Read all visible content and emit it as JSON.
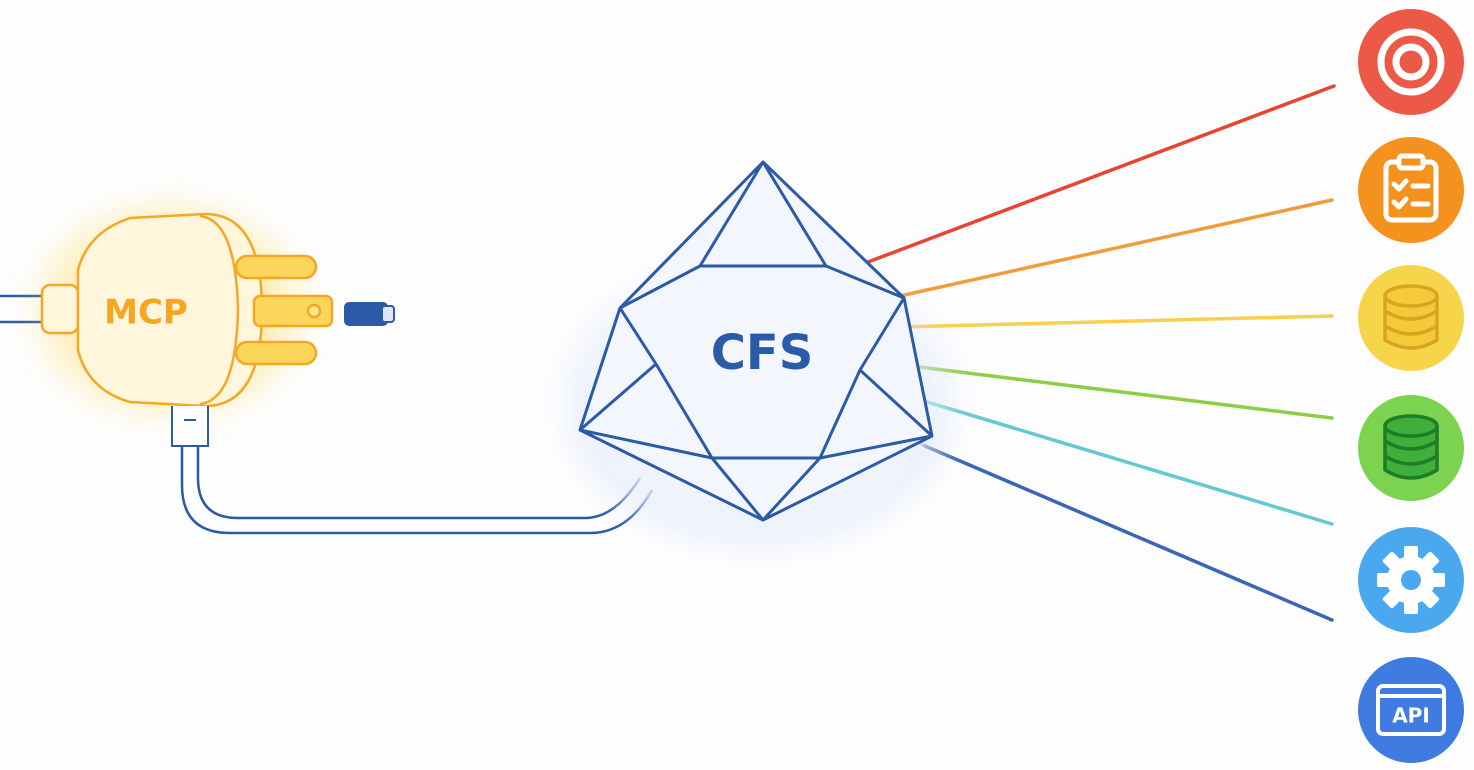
{
  "mcp": {
    "label": "MCP",
    "color": "#f5a623",
    "glow_color": "#ffd34d"
  },
  "cfs": {
    "label": "CFS",
    "color": "#2b5aa8"
  },
  "integrations": [
    {
      "name": "target-icon",
      "color": "#ec5a47"
    },
    {
      "name": "clipboard-checklist-icon",
      "color": "#f5921e"
    },
    {
      "name": "database-icon",
      "color": "#f7d54a"
    },
    {
      "name": "database-icon",
      "color": "#7cd34f"
    },
    {
      "name": "gear-icon",
      "color": "#4aa8ef"
    },
    {
      "name": "api-window-icon",
      "color": "#3f7be0",
      "label": "API"
    }
  ],
  "rays": [
    {
      "color": "#e8442e"
    },
    {
      "color": "#f39b3a"
    },
    {
      "color": "#f6d04a"
    },
    {
      "color": "#8ccf45"
    },
    {
      "color": "#63c9d0"
    },
    {
      "color": "#3a66b5"
    }
  ]
}
